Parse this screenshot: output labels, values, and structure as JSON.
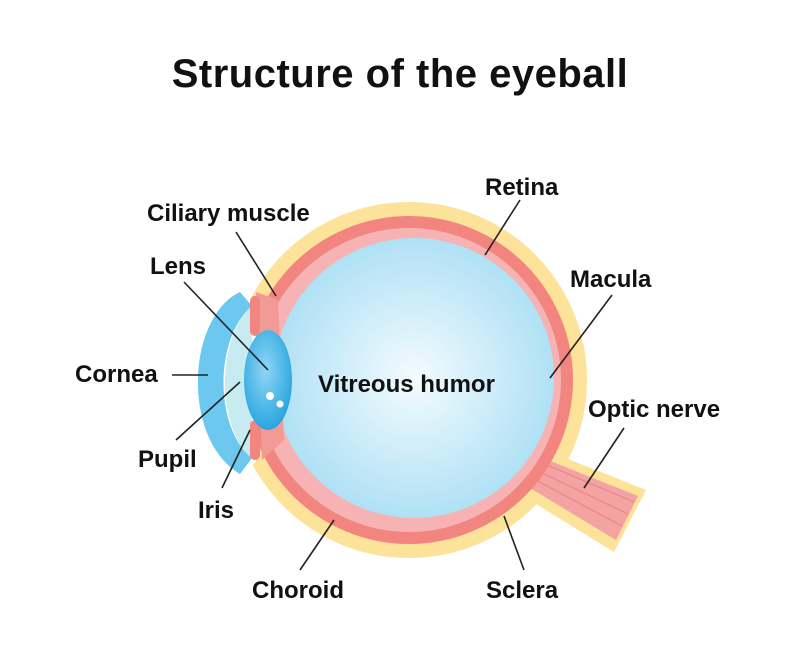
{
  "title": "Structure of the eyeball",
  "labels": {
    "retina": "Retina",
    "ciliary_muscle": "Ciliary muscle",
    "lens": "Lens",
    "macula": "Macula",
    "cornea": "Cornea",
    "vitreous_humor": "Vitreous humor",
    "optic_nerve": "Optic nerve",
    "pupil": "Pupil",
    "iris": "Iris",
    "choroid": "Choroid",
    "sclera": "Sclera"
  },
  "colors": {
    "sclera": "#fde29a",
    "choroid": "#f2857f",
    "retina": "#f7b3b3",
    "vitreous": "#c7ebf8",
    "lens": "#3fb4e8",
    "cornea": "#6cc8ef",
    "optic_nerve": "#f4a3a3"
  }
}
